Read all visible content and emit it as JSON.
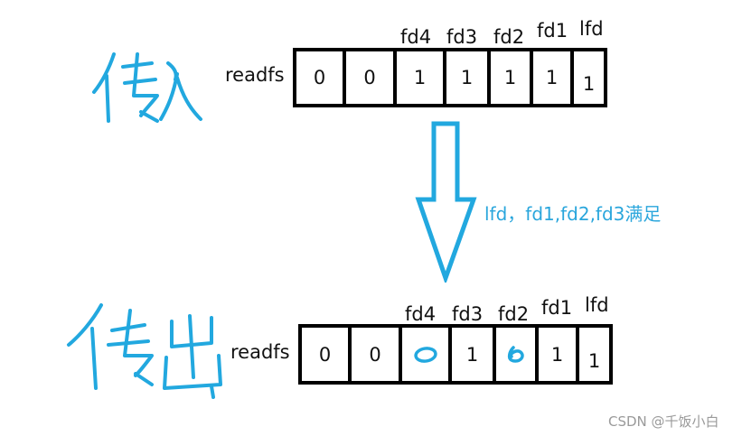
{
  "top": {
    "handwritten_label": "传入",
    "row_label": "readfs",
    "headers": [
      "fd4",
      "fd3",
      "fd2",
      "fd1",
      "lfd"
    ],
    "cells": [
      "0",
      "0",
      "1",
      "1",
      "1",
      "1",
      "1"
    ]
  },
  "arrow_note": "lfd，fd1,fd2,fd3满足",
  "bottom": {
    "handwritten_label": "传出",
    "row_label": "readfs",
    "headers": [
      "fd4",
      "fd3",
      "fd2",
      "fd1",
      "lfd"
    ],
    "cells": [
      "0",
      "0",
      "0",
      "1",
      "0",
      "1",
      "1"
    ]
  },
  "watermark": "CSDN @千饭小白",
  "colors": {
    "handwriting": "#22a8df",
    "note": "#2aa6dc",
    "grid": "#000000"
  }
}
